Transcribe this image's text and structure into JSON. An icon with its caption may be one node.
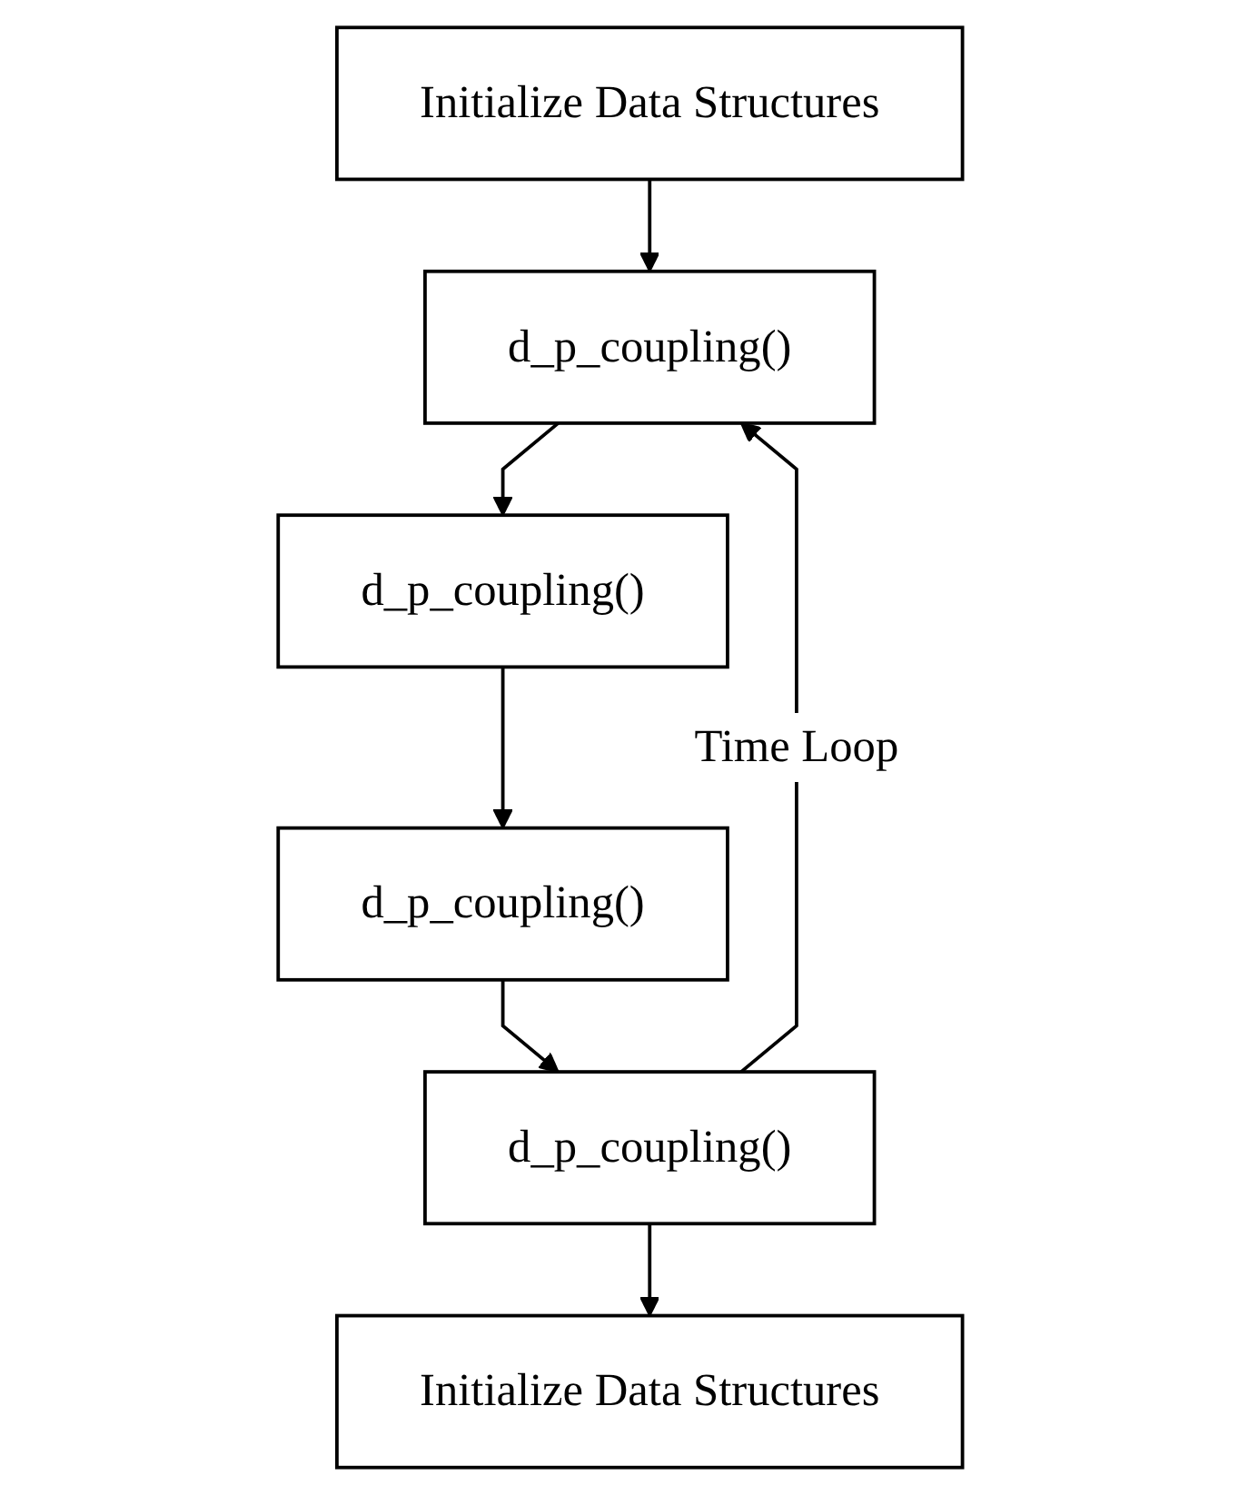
{
  "diagram": {
    "nodes": [
      {
        "text": [
          "Initialize Data Structures"
        ]
      },
      {
        "text": [
          "d_p_coupling()"
        ]
      },
      {
        "text": [
          "d_p_coupling()"
        ]
      },
      {
        "text": [
          "d_p_coupling()"
        ]
      },
      {
        "text": [
          "d_p_coupling()"
        ]
      },
      {
        "text": [
          "Initialize Data Structures"
        ]
      }
    ],
    "edges": [
      {
        "from": 0,
        "to": 1,
        "arrow": "to"
      },
      {
        "from": 1,
        "to": 2,
        "arrow": "to"
      },
      {
        "from": 2,
        "to": 3,
        "arrow": "to"
      },
      {
        "from": 3,
        "to": 4,
        "arrow": "to"
      },
      {
        "from": 4,
        "to": 5,
        "arrow": "to"
      },
      {
        "from": 4,
        "to": 1,
        "arrow": "to",
        "label": "Time Loop"
      }
    ]
  }
}
